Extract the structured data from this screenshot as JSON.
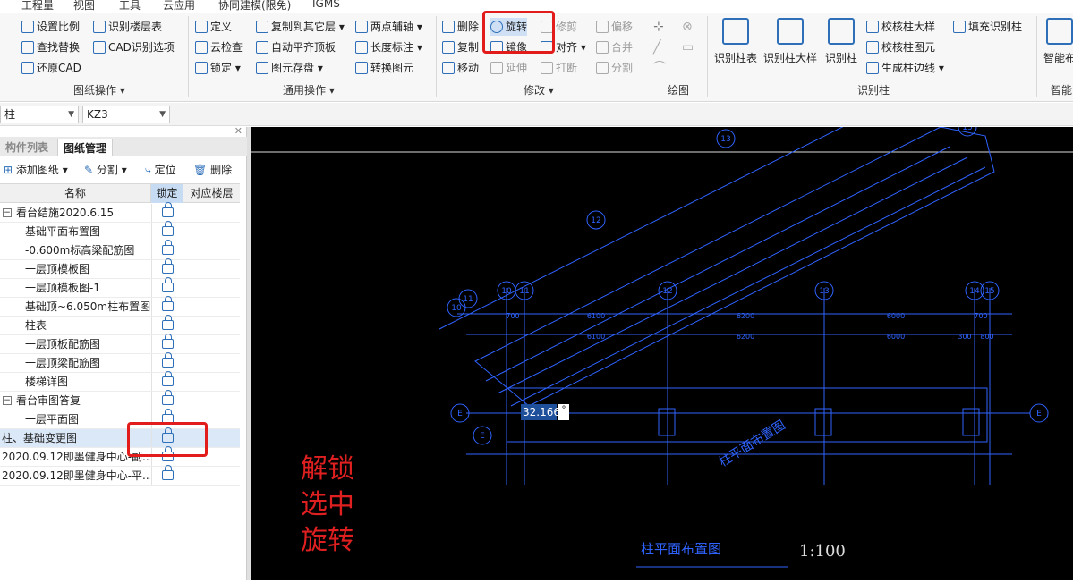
{
  "menubar": {
    "items": [
      "工程量",
      "视图",
      "工具",
      "云应用",
      "协同建模(限免)",
      "IGMS"
    ]
  },
  "ribbon": {
    "drawing_ops": {
      "items": [
        "设置比例",
        "识别楼层表",
        "查找替换",
        "CAD识别选项",
        "还原CAD"
      ],
      "group_label": "图纸操作 ▾"
    },
    "common_ops": {
      "items": [
        "定义",
        "复制到其它层 ▾",
        "两点辅轴 ▾",
        "云检查",
        "自动平齐顶板",
        "长度标注 ▾",
        "锁定 ▾",
        "图元存盘 ▾",
        "转换图元"
      ],
      "group_label": "通用操作 ▾"
    },
    "modify": {
      "items": [
        "删除",
        "旋转",
        "修剪",
        "偏移",
        "复制",
        "镜像",
        "对齐 ▾",
        "合并",
        "移动",
        "延伸",
        "打断",
        "分割"
      ],
      "group_label": "修改 ▾"
    },
    "draw": {
      "group_label": "绘图"
    },
    "identify_column": {
      "big": [
        "识别柱表",
        "识别柱大样",
        "识别柱"
      ],
      "items": [
        "校核柱大样",
        "填充识别柱",
        "校核柱图元",
        "生成柱边线 ▾"
      ],
      "group_label": "识别柱"
    },
    "smart": {
      "big_label": "智能布",
      "group_label": "智能"
    }
  },
  "propbar": {
    "combo1": "柱",
    "combo2": "KZ3"
  },
  "panel": {
    "tabs": [
      "构件列表",
      "图纸管理"
    ],
    "toolbar": [
      "添加图纸 ▾",
      "分割 ▾",
      "定位",
      "删除"
    ],
    "columns": [
      "名称",
      "锁定",
      "对应楼层"
    ],
    "rows": [
      {
        "name": "看台结施2020.6.15"
      },
      {
        "name": "基础平面布置图"
      },
      {
        "name": "-0.600m标高梁配筋图"
      },
      {
        "name": "一层顶模板图"
      },
      {
        "name": "一层顶模板图-1"
      },
      {
        "name": "基础顶~6.050m柱布置图"
      },
      {
        "name": "柱表"
      },
      {
        "name": "一层顶板配筋图"
      },
      {
        "name": "一层顶梁配筋图"
      },
      {
        "name": "楼梯详图"
      },
      {
        "name": "看台审图答复"
      },
      {
        "name": "一层平面图"
      },
      {
        "name": "柱、基础变更图"
      },
      {
        "name": "2020.09.12即墨健身中心-副..."
      },
      {
        "name": "2020.09.12即墨健身中心-平..."
      }
    ]
  },
  "canvas": {
    "angle_value": "32.166",
    "angle_unit": "°",
    "drawing_title": "柱平面布置图",
    "scale": "1:100",
    "grid_labels": [
      "E",
      "E",
      "E",
      "12",
      "10",
      "11",
      "11",
      "12",
      "13",
      "13",
      "14",
      "15",
      "10",
      "15"
    ],
    "dims_top": [
      "700",
      "6100",
      "6200",
      "6000",
      "700"
    ],
    "dims_row2": [
      "6100",
      "6200",
      "6000",
      "300",
      "800"
    ],
    "inner_title": "柱平面布置图"
  },
  "annotation": {
    "lines": [
      "解锁",
      "选中",
      "旋转"
    ]
  },
  "colors": {
    "highlight": "#e21b1b",
    "cad_line": "#2f63ff",
    "accent": "#2e6fb8"
  }
}
